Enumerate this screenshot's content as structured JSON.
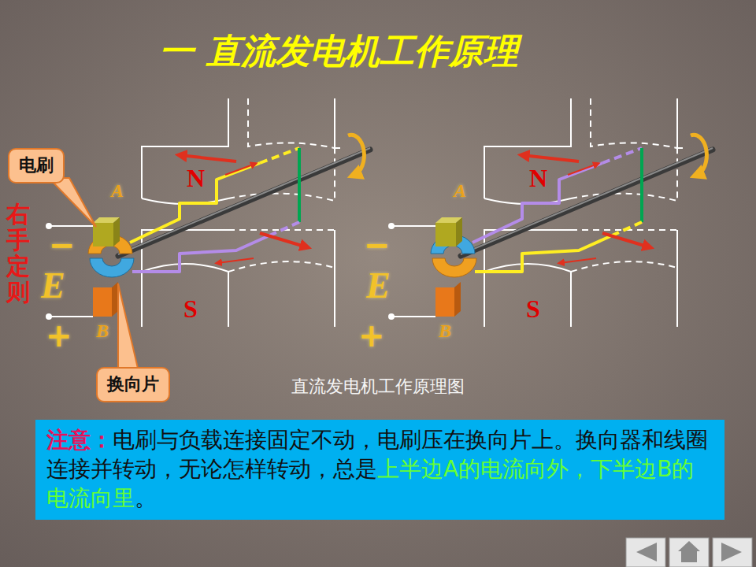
{
  "diagram": {
    "title": "一 直流发电机工作原理",
    "caption": "直流发电机工作原理图",
    "nodes": [
      {
        "text": [
          "电刷"
        ]
      },
      {
        "text": [
          "换向片"
        ]
      },
      {
        "text": [
          "注意：",
          "电刷与负载连接固定不动，电刷压在换向片上。换向器和线圈连接并转动，无论怎样转动，总是",
          "上半边A的电流向外，下半边B的电流向里",
          "。"
        ]
      }
    ],
    "labels": [
      "右手定则",
      "A",
      "N",
      "−",
      "E",
      "S",
      "+",
      "B",
      "A",
      "N",
      "−",
      "E",
      "+",
      "S",
      "B"
    ]
  }
}
